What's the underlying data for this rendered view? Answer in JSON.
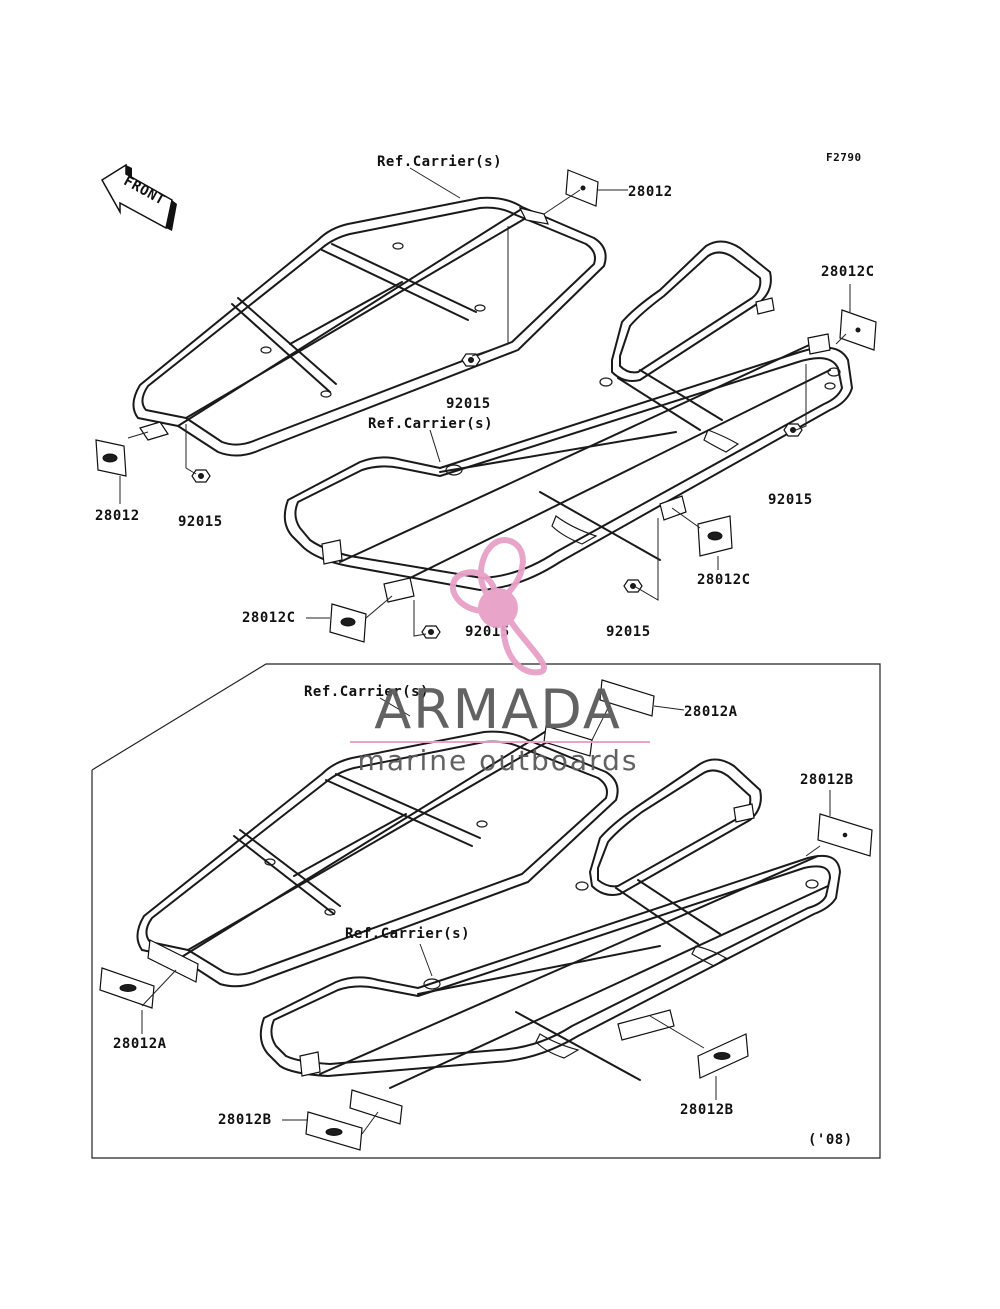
{
  "figure_id": "F2790",
  "front_arrow": {
    "label": "FRONT",
    "icon": "front-direction-arrow-icon"
  },
  "ref_carrier": "Ref.Carrier(s)",
  "callouts": {
    "p28012": "28012",
    "p28012a": "28012A",
    "p28012b": "28012B",
    "p28012c": "28012C",
    "p92015": "92015"
  },
  "year_note": "('08)",
  "watermark": {
    "brand": "ARMADA",
    "tagline": "marine outboards",
    "logo_icon": "propeller-logo-icon",
    "colors": {
      "logo": "#e8a0c8",
      "text": "#5a5a5a"
    }
  }
}
